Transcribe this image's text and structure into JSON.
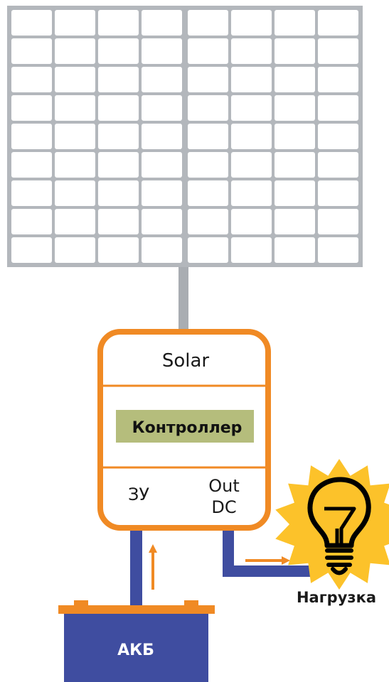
{
  "controller": {
    "solar_label": "Solar",
    "name_label": "Контроллер",
    "charger_label": "ЗУ",
    "out_label_line1": "Out",
    "out_label_line2": "DC"
  },
  "battery": {
    "label": "АКБ"
  },
  "load": {
    "label": "Нагрузка"
  },
  "colors": {
    "panel_frame": "#b3b7bc",
    "panel_cell": "#ffffff",
    "controller_border": "#f08a24",
    "controller_name_bg": "#b5bd7c",
    "wire": "#3f4da0",
    "arrow": "#f08a24",
    "battery_body": "#3f4da0",
    "battery_top": "#f08a24",
    "bulb_burst": "#fcc22a"
  },
  "icons": [
    "solar-panel-icon",
    "light-bulb-icon",
    "battery-icon"
  ]
}
